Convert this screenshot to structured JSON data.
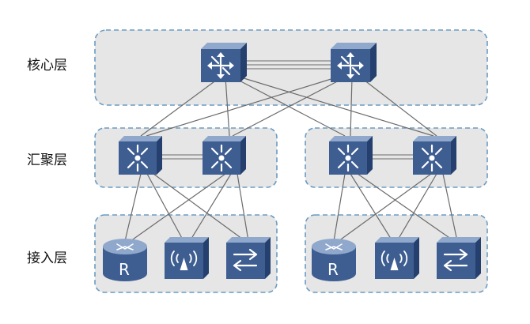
{
  "layers": {
    "core": {
      "label": "核心层"
    },
    "aggregation": {
      "label": "汇聚层"
    },
    "access": {
      "label": "接入层"
    }
  },
  "nodes": {
    "core_switch_1": {
      "type": "core-switch",
      "icon": "core-switch-icon"
    },
    "core_switch_2": {
      "type": "core-switch",
      "icon": "core-switch-icon"
    },
    "agg_switch_1": {
      "type": "aggregation-switch",
      "icon": "aggregation-switch-icon"
    },
    "agg_switch_2": {
      "type": "aggregation-switch",
      "icon": "aggregation-switch-icon"
    },
    "agg_switch_3": {
      "type": "aggregation-switch",
      "icon": "aggregation-switch-icon"
    },
    "agg_switch_4": {
      "type": "aggregation-switch",
      "icon": "aggregation-switch-icon"
    },
    "router_1": {
      "type": "router",
      "icon": "router-icon",
      "label": "R"
    },
    "wireless_ap_1": {
      "type": "wireless-ap",
      "icon": "wireless-ap-icon"
    },
    "access_switch_1": {
      "type": "access-switch",
      "icon": "access-switch-icon"
    },
    "router_2": {
      "type": "router",
      "icon": "router-icon",
      "label": "R"
    },
    "wireless_ap_2": {
      "type": "wireless-ap",
      "icon": "wireless-ap-icon"
    },
    "access_switch_2": {
      "type": "access-switch",
      "icon": "access-switch-icon"
    }
  },
  "colors": {
    "zone_fill": "#e6e6e6",
    "zone_border": "#6a9bc3",
    "device_face": "#3e5e92",
    "device_top": "#8fa8cc",
    "link": "#6b6b6b"
  }
}
